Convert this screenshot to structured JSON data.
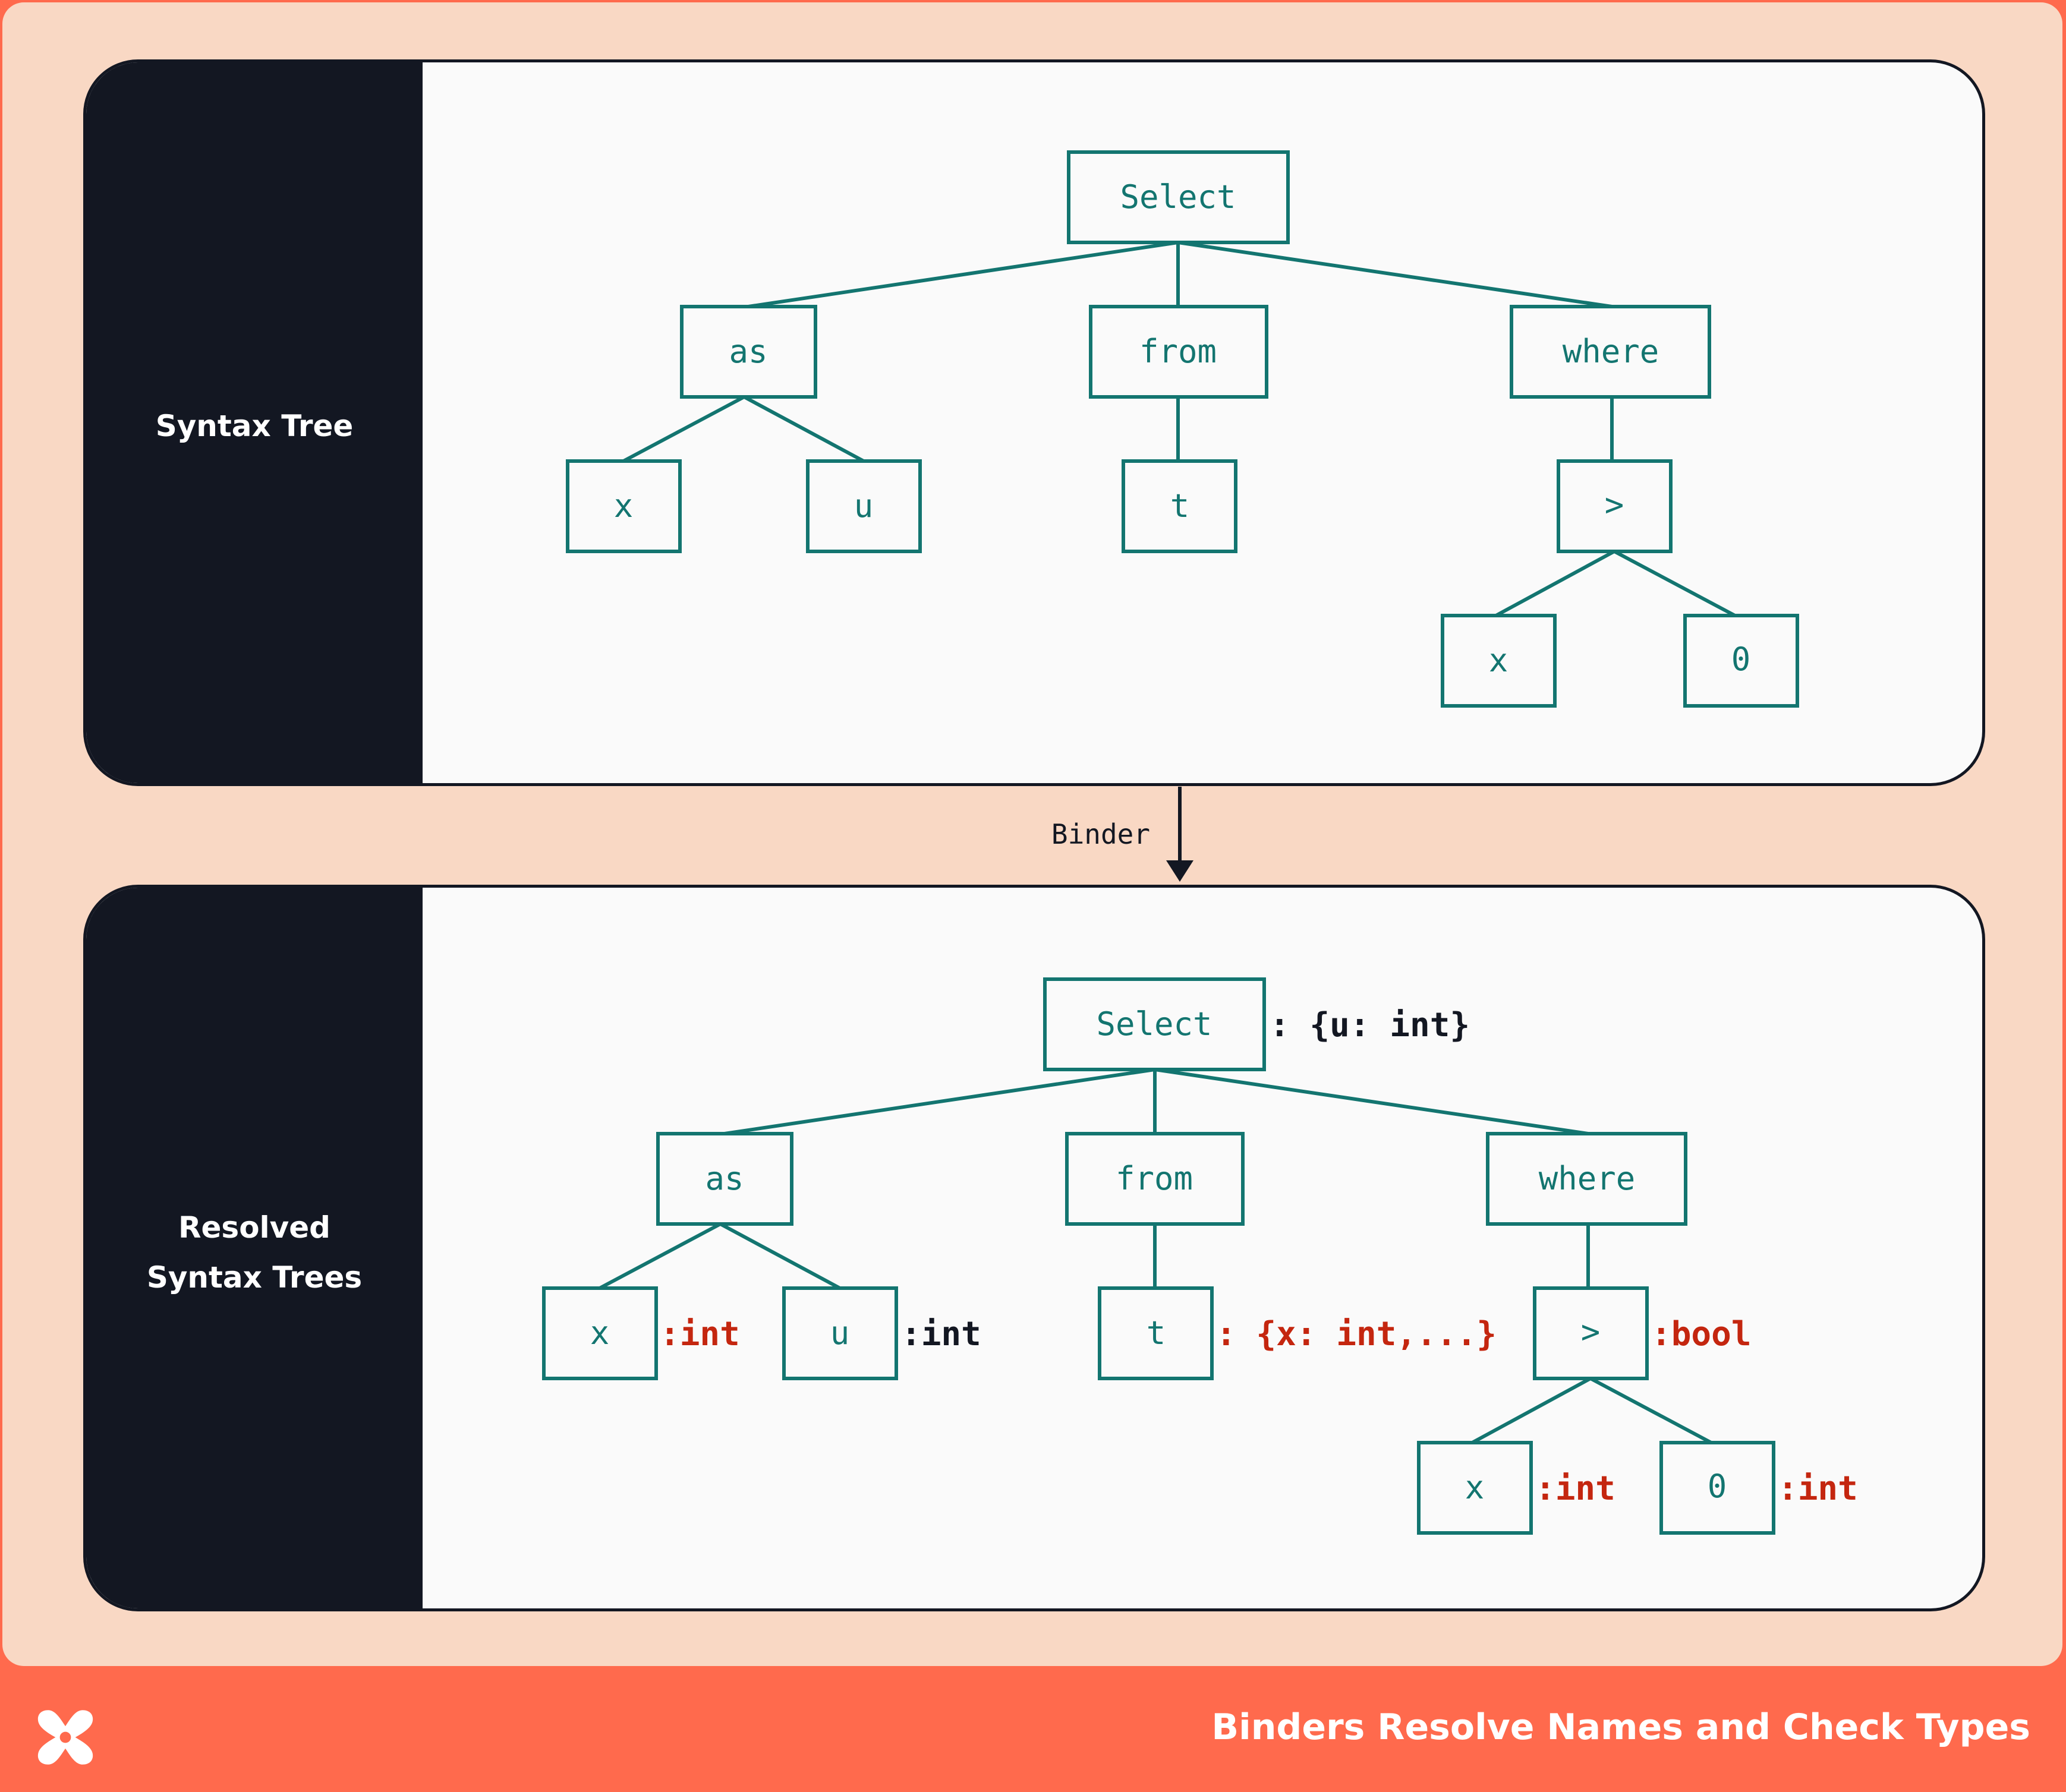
{
  "colors": {
    "background": "#F9D8C4",
    "footer": "#FF6A4D",
    "panel_dark": "#131722",
    "node": "#137570",
    "annotation_red": "#C4260F",
    "annotation_black": "#131722"
  },
  "top_panel": {
    "label": "Syntax Tree",
    "nodes": {
      "select": "Select",
      "as": "as",
      "from": "from",
      "where": "where",
      "x": "x",
      "u": "u",
      "t": "t",
      "gt": ">",
      "x2": "x",
      "zero": "0"
    }
  },
  "arrow": {
    "label": "Binder"
  },
  "bottom_panel": {
    "label_line1": "Resolved",
    "label_line2": "Syntax Trees",
    "nodes": {
      "select": "Select",
      "as": "as",
      "from": "from",
      "where": "where",
      "x": "x",
      "u": "u",
      "t": "t",
      "gt": ">",
      "x2": "x",
      "zero": "0"
    },
    "annotations": {
      "select": ": {u: int}",
      "x": ":int",
      "u": ":int",
      "t": ": {x: int,...}",
      "gt": ":bool",
      "x2": ":int",
      "zero": ":int"
    }
  },
  "footer": {
    "title": "Binders Resolve Names and Check Types",
    "logo_icon": "x-logo-icon"
  }
}
